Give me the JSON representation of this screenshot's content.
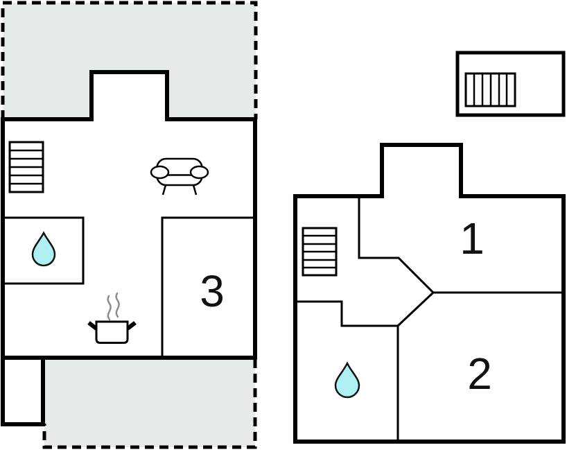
{
  "floor_plan": {
    "type": "holiday-home-floor-plan",
    "left_floor": {
      "name": "ground-floor",
      "room_labels": [
        {
          "id": "room-3",
          "label": "3"
        }
      ],
      "features": [
        "terrace-upper",
        "terrace-lower",
        "staircase",
        "sofa",
        "water-drop",
        "cooking-pot-with-steam",
        "small-annex-room"
      ]
    },
    "right_floor": {
      "name": "upper-floor",
      "room_labels": [
        {
          "id": "room-1",
          "label": "1"
        },
        {
          "id": "room-2",
          "label": "2"
        }
      ],
      "features": [
        "staircase",
        "water-drop",
        "roof-hatch-box"
      ]
    },
    "colors": {
      "walls": "#000000",
      "terrace_fill": "#e6ebe9",
      "water_fill": "#aeeff2",
      "steam": "#8c8c8c",
      "background": "#ffffff"
    }
  }
}
